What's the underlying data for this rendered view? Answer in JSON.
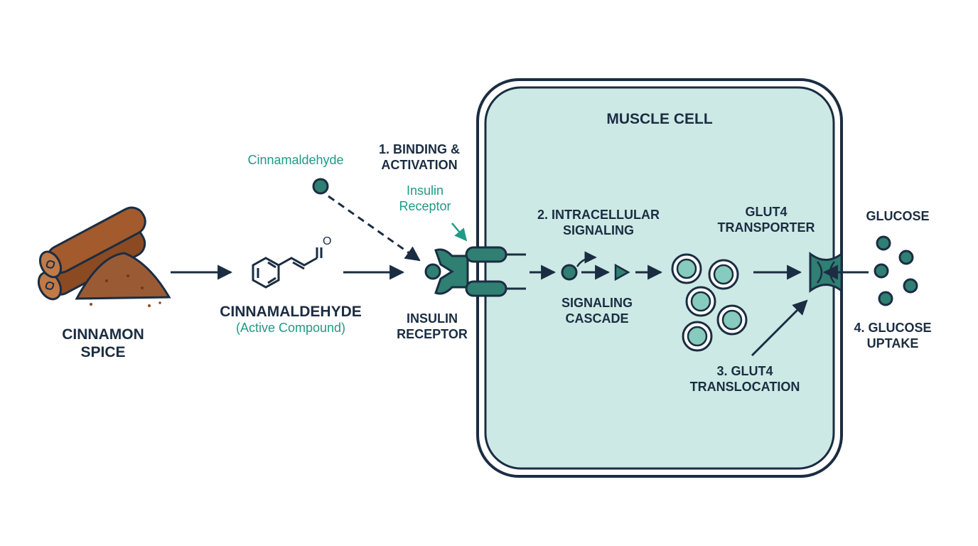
{
  "colors": {
    "navy": "#1b2d42",
    "teal": "#1f9a86",
    "teal_dark": "#2f7f73",
    "teal_light": "#86cbbd",
    "cell_fill": "#cde9e5",
    "cinnamon": "#8b4a22"
  },
  "icons": [
    "cinnamon-stick-icon",
    "spice-pile-icon",
    "benzene-ring-icon",
    "insulin-receptor-icon",
    "glut4-vesicle-icon",
    "glut4-transporter-icon",
    "glucose-molecule-icon"
  ],
  "cinnamon": {
    "line1": "CINNAMON",
    "line2": "SPICE"
  },
  "compound": {
    "name": "CINNAMALDEHYDE",
    "subtitle": "(Active Compound)",
    "oxygen": "O"
  },
  "molecule_label": "Cinnamaldehyde",
  "receptor": {
    "line1": "INSULIN",
    "line2": "RECEPTOR",
    "callout_line1": "Insulin",
    "callout_line2": "Receptor"
  },
  "step1": {
    "line1": "1. BINDING &",
    "line2": "ACTIVATION"
  },
  "cell": {
    "title": "MUSCLE CELL"
  },
  "step2": {
    "line1": "2. INTRACELLULAR",
    "line2": "SIGNALING"
  },
  "cascade": {
    "line1": "SIGNALING",
    "line2": "CASCADE"
  },
  "glut4": {
    "line1": "GLUT4",
    "line2": "TRANSPORTER"
  },
  "step3": {
    "line1": "3. GLUT4",
    "line2": "TRANSLOCATION"
  },
  "glucose": {
    "title": "GLUCOSE"
  },
  "step4": {
    "line1": "4. GLUCOSE",
    "line2": "UPTAKE"
  }
}
